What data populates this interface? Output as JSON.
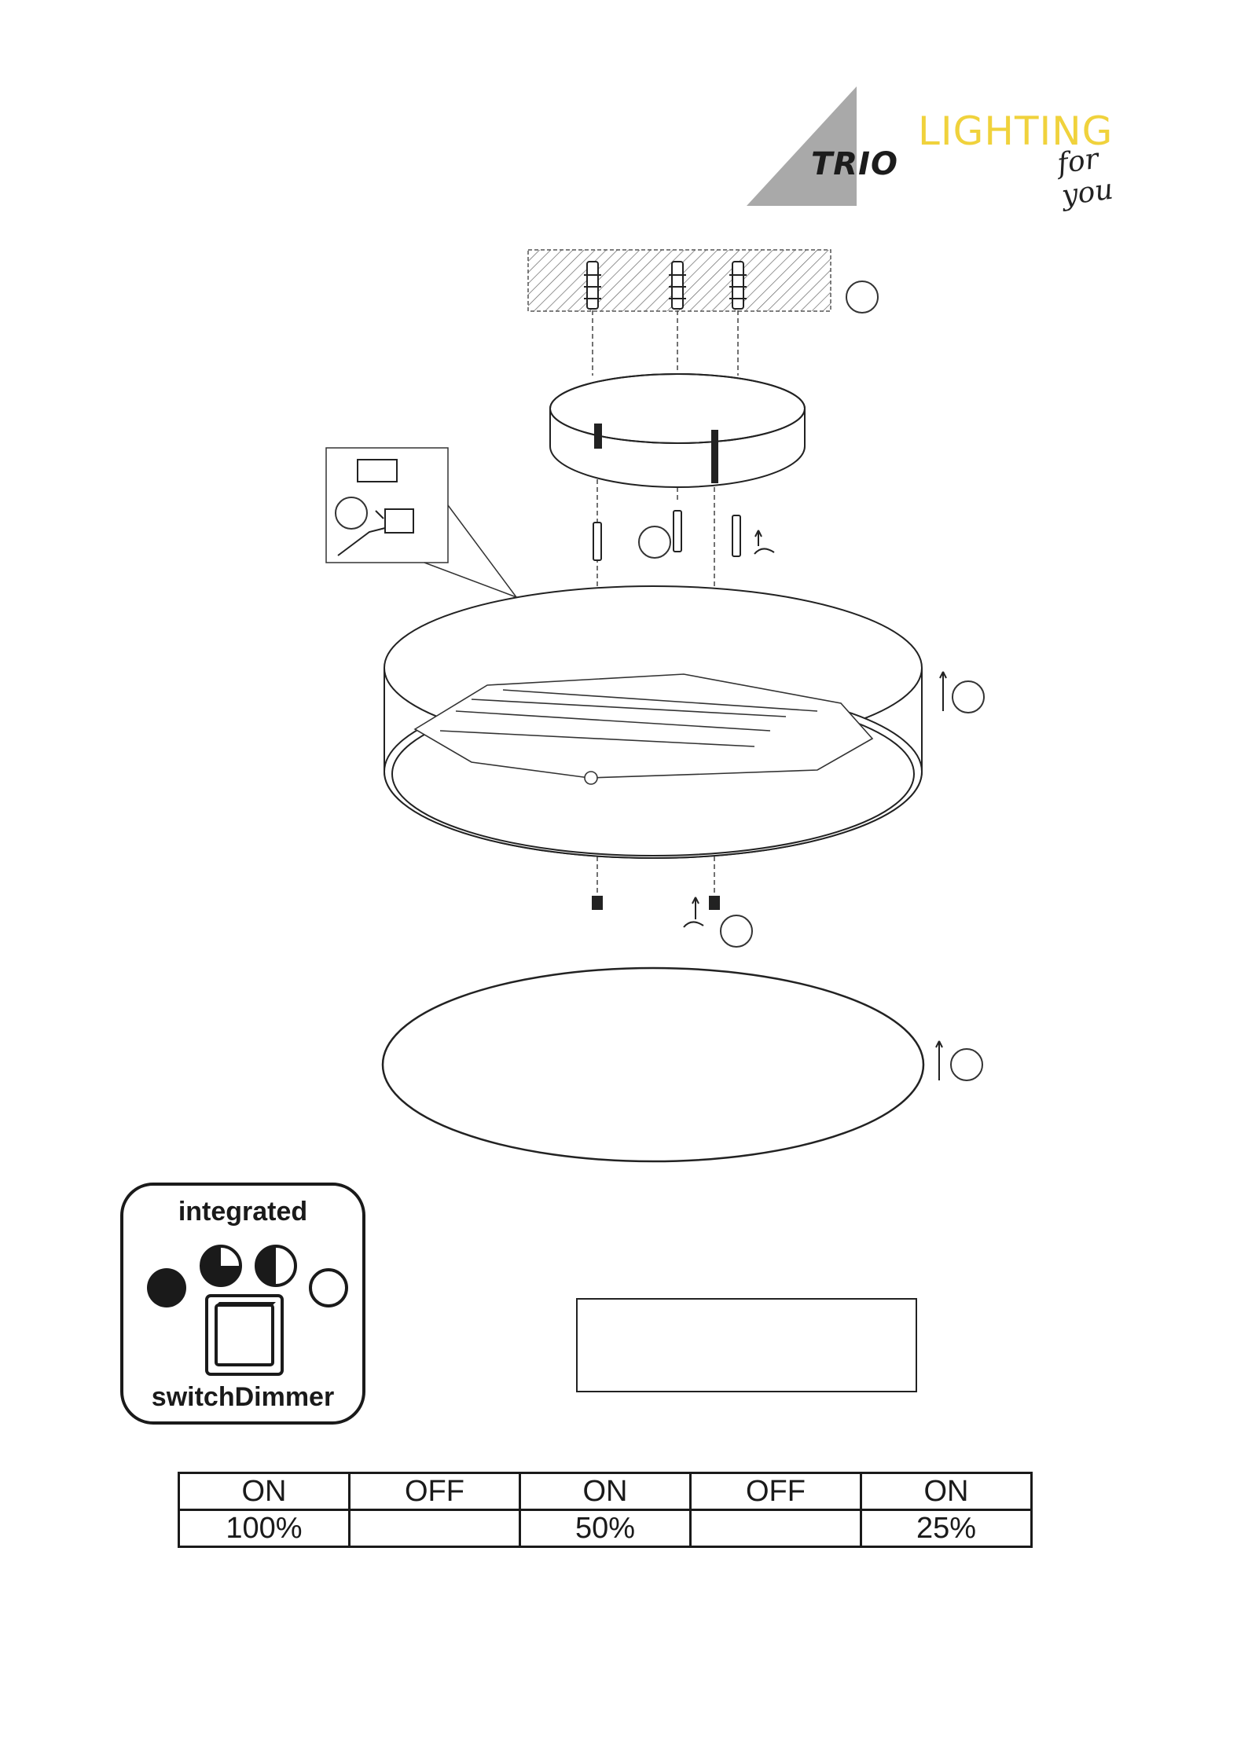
{
  "logo": {
    "brand": "TRIO",
    "wordmark": "LIGHTING",
    "tagline": "for you",
    "colors": {
      "triangle": "#a9a9a9",
      "wordmark": "#f0d23c",
      "brand": "#1c1c1c"
    }
  },
  "drawing": {
    "description_icon": "ceiling-lamp-assembly-icon"
  },
  "badge": {
    "top_text": "integrated",
    "bottom_text": "switchDimmer",
    "icons": [
      "full-circle-icon",
      "three-quarter-circle-icon",
      "half-circle-icon",
      "empty-circle-icon",
      "wall-switch-icon"
    ]
  },
  "dimming_table": {
    "row1": [
      "ON",
      "OFF",
      "ON",
      "OFF",
      "ON"
    ],
    "row2": [
      "100%",
      "",
      "50%",
      "",
      "25%"
    ]
  }
}
